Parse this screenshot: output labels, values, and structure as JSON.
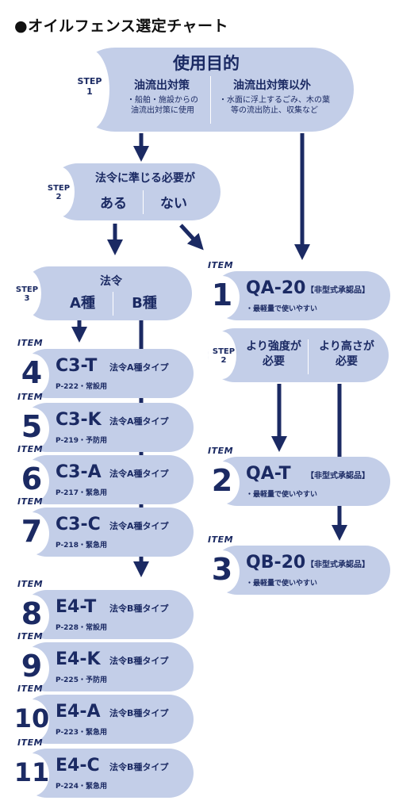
{
  "title": "●オイルフェンス選定チャート",
  "step1": {
    "step_label": "STEP",
    "step_num": "1",
    "heading": "使用目的",
    "left_title": "油流出対策",
    "left_desc_1": "・船舶・施設からの",
    "left_desc_2": "油流出対策に使用",
    "right_title": "油流出対策以外",
    "right_desc_1": "・水面に浮上するごみ、木の葉",
    "right_desc_2": "等の流出防止、収集など"
  },
  "step2a": {
    "step_label": "STEP",
    "step_num": "2",
    "heading": "法令に準じる必要が",
    "yes": "ある",
    "no": "ない"
  },
  "step3": {
    "step_label": "STEP",
    "step_num": "3",
    "heading": "法令",
    "a": "A種",
    "b": "B種"
  },
  "step2b": {
    "step_label": "STEP",
    "step_num": "2",
    "left_1": "より強度が",
    "left_2": "必要",
    "right_1": "より高さが",
    "right_2": "必要"
  },
  "item_tag": "ITEM",
  "items": [
    {
      "num": "1",
      "name": "QA-20",
      "type": "【非型式承認品】",
      "note": "・最軽量で使いやすい"
    },
    {
      "num": "2",
      "name": "QA-T",
      "type": "【非型式承認品】",
      "note": "・最軽量で使いやすい"
    },
    {
      "num": "3",
      "name": "QB-20",
      "type": "【非型式承認品】",
      "note": "・最軽量で使いやすい"
    },
    {
      "num": "4",
      "name": "C3-T",
      "type": "法令A種タイプ",
      "note": "P-222・常設用"
    },
    {
      "num": "5",
      "name": "C3-K",
      "type": "法令A種タイプ",
      "note": "P-219・予防用"
    },
    {
      "num": "6",
      "name": "C3-A",
      "type": "法令A種タイプ",
      "note": "P-217・緊急用"
    },
    {
      "num": "7",
      "name": "C3-C",
      "type": "法令A種タイプ",
      "note": "P-218・緊急用"
    },
    {
      "num": "8",
      "name": "E4-T",
      "type": "法令B種タイプ",
      "note": "P-228・常設用"
    },
    {
      "num": "9",
      "name": "E4-K",
      "type": "法令B種タイプ",
      "note": "P-225・予防用"
    },
    {
      "num": "10",
      "name": "E4-A",
      "type": "法令B種タイプ",
      "note": "P-223・緊急用"
    },
    {
      "num": "11",
      "name": "E4-C",
      "type": "法令B種タイプ",
      "note": "P-224・緊急用"
    }
  ],
  "colors": {
    "pill": "#c3cee8",
    "text": "#1b2a63",
    "arrow": "#1b2a63"
  }
}
